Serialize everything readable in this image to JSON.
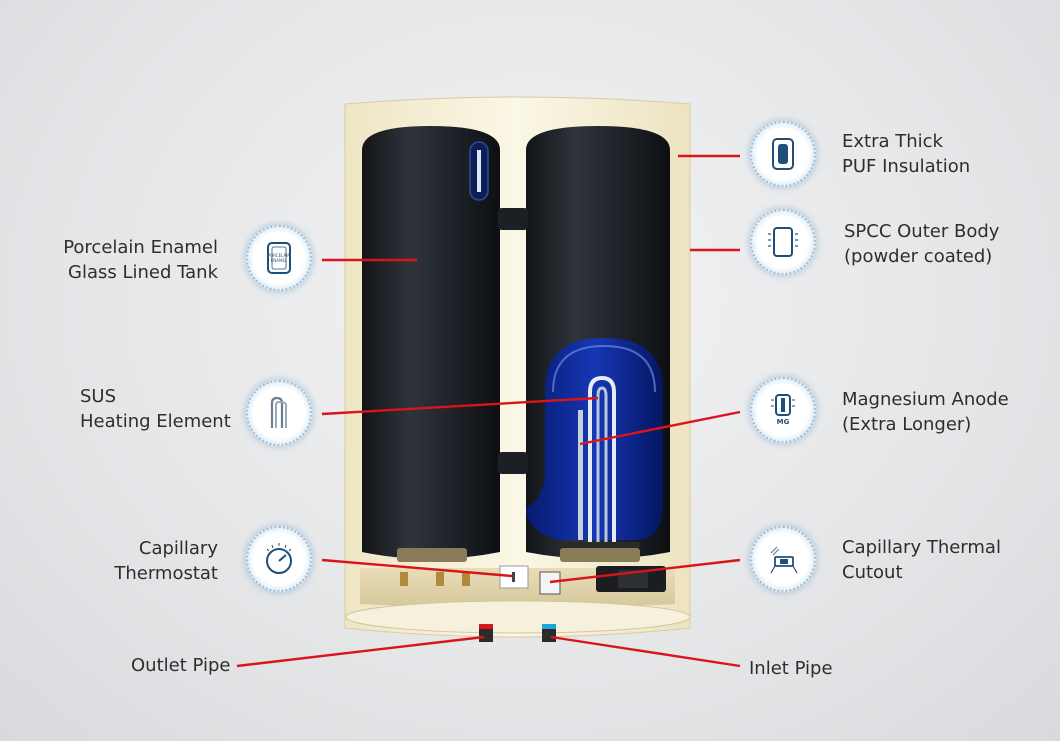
{
  "colors": {
    "background": "#e6e7e9",
    "cabinet": "#f4efd6",
    "tank": "#1f2329",
    "leader_line": "#d9141b",
    "icon_stroke": "#1f4e79",
    "label_text": "#2e2e2e"
  },
  "components": [
    {
      "id": "puf_insulation",
      "lines": [
        "Extra Thick",
        "PUF Insulation"
      ],
      "icon": "insulation-panel-icon"
    },
    {
      "id": "outer_body",
      "lines": [
        "SPCC Outer Body",
        "(powder coated)"
      ],
      "icon": "outer-body-icon"
    },
    {
      "id": "glass_lined_tank",
      "lines": [
        "Porcelain Enamel",
        "Glass Lined Tank"
      ],
      "icon": "enamel-tank-icon",
      "icon_text": [
        "PORCELAIN",
        "ENAMEL"
      ]
    },
    {
      "id": "heating_element",
      "lines": [
        "SUS",
        "Heating Element"
      ],
      "icon": "heating-element-icon"
    },
    {
      "id": "magnesium_anode",
      "lines": [
        "Magnesium Anode",
        "(Extra Longer)"
      ],
      "icon": "magnesium-anode-icon",
      "icon_text": [
        "MG"
      ]
    },
    {
      "id": "capillary_thermostat",
      "lines": [
        "Capillary",
        "Thermostat"
      ],
      "icon": "thermostat-dial-icon"
    },
    {
      "id": "thermal_cutout",
      "lines": [
        "Capillary Thermal",
        "Cutout"
      ],
      "icon": "thermal-cutout-icon"
    },
    {
      "id": "outlet_pipe",
      "lines": [
        "Outlet Pipe"
      ]
    },
    {
      "id": "inlet_pipe",
      "lines": [
        "Inlet Pipe"
      ]
    }
  ]
}
